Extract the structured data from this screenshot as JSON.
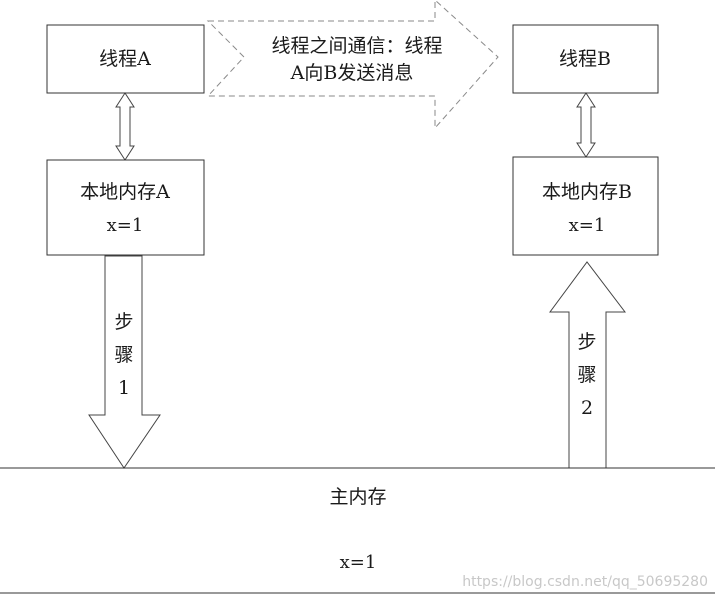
{
  "thread_a": {
    "label": "线程A"
  },
  "thread_b": {
    "label": "线程B"
  },
  "communication": {
    "line1": "线程之间通信：线程",
    "line2": "A向B发送消息"
  },
  "local_memory_a": {
    "title": "本地内存A",
    "value": "x=1"
  },
  "local_memory_b": {
    "title": "本地内存B",
    "value": "x=1"
  },
  "step1": {
    "chars": [
      "步",
      "骤",
      "1"
    ]
  },
  "step2": {
    "chars": [
      "步",
      "骤",
      "2"
    ]
  },
  "main_memory": {
    "title": "主内存",
    "value": "x=1"
  },
  "watermark": "https://blog.csdn.net/qq_50695280",
  "colors": {
    "stroke": "#333333",
    "dashed_stroke": "#8a8a8a",
    "watermark": "#c8c8c8"
  }
}
